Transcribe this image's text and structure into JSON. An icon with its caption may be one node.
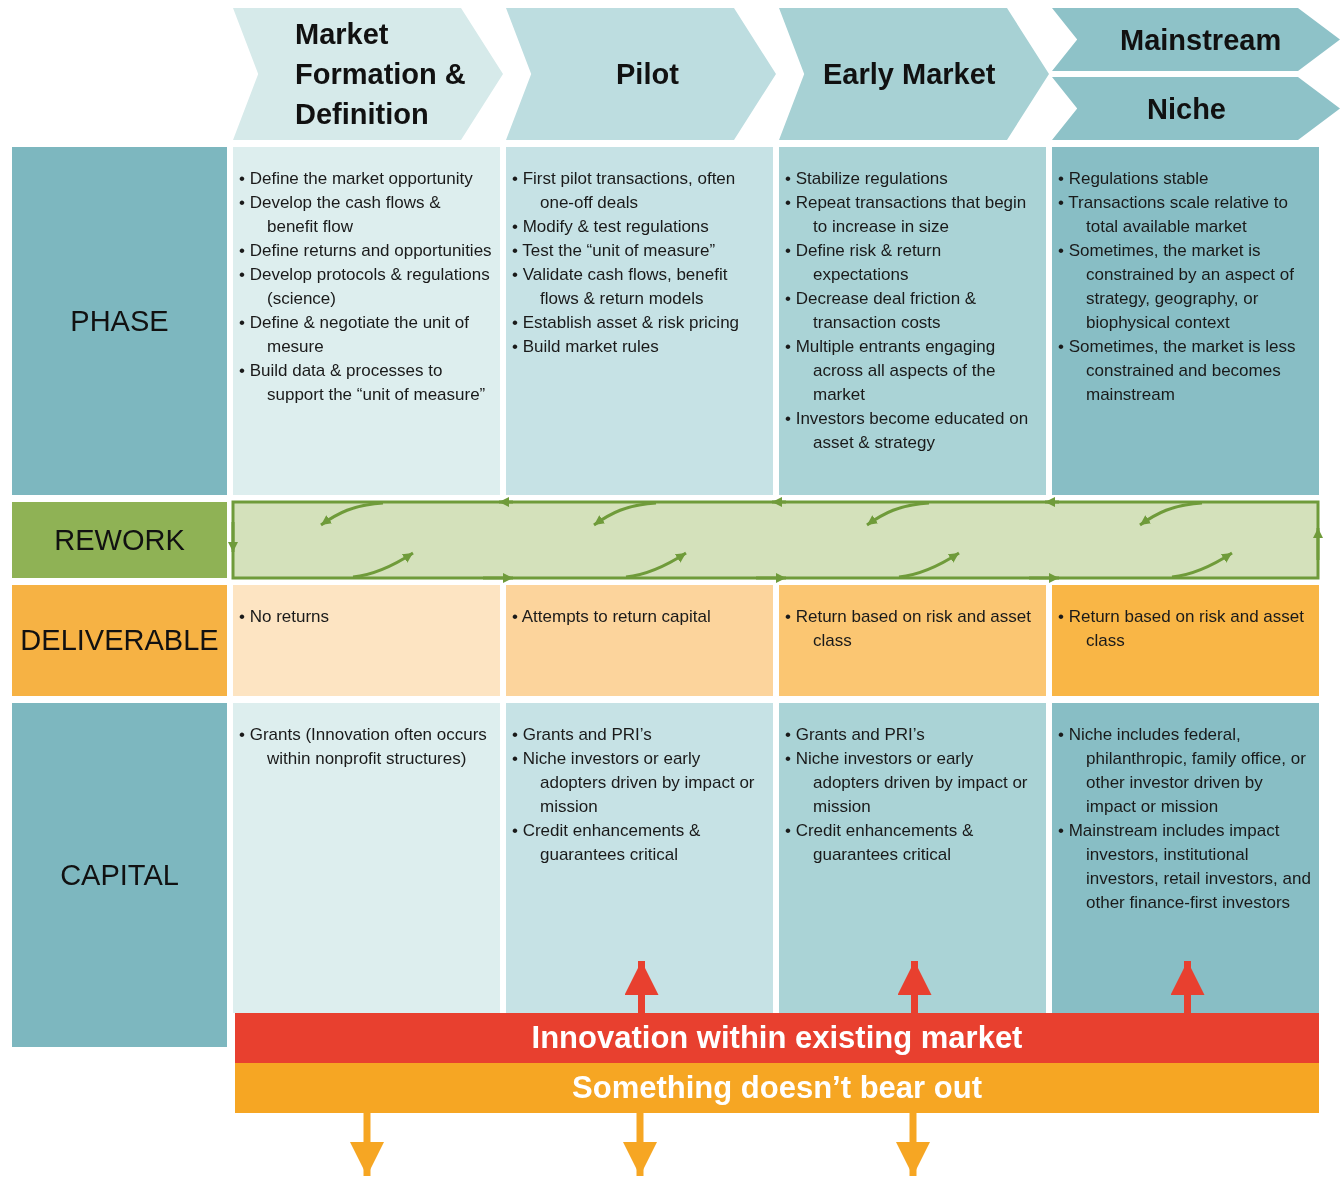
{
  "diagram": {
    "nodes": [
      {
        "text": [
          "Market Formation & Definition"
        ]
      },
      {
        "text": [
          "Pilot"
        ]
      },
      {
        "text": [
          "Early Market"
        ]
      },
      {
        "text": [
          "Mainstream"
        ]
      },
      {
        "text": [
          "Niche"
        ]
      },
      {
        "text": [
          "PHASE"
        ]
      },
      {
        "text": [
          "REWORK"
        ]
      },
      {
        "text": [
          "DELIVERABLE"
        ]
      },
      {
        "text": [
          "CAPITAL"
        ]
      },
      {
        "text": [
          "• Define the market opportunity",
          "• Develop the cash flows & benefit flow",
          "• Define returns and opportunities",
          "• Develop protocols & regulations (science)",
          "• Define & negotiate the unit of mesure",
          "• Build data & processes to support the “unit of measure”"
        ]
      },
      {
        "text": [
          "• First pilot transactions, often one-off deals",
          "• Modify & test regulations",
          "• Test the “unit of measure”",
          "• Validate cash flows, benefit flows & return models",
          "• Establish asset & risk pricing",
          "• Build market rules"
        ]
      },
      {
        "text": [
          "• Stabilize regulations",
          "• Repeat transactions that begin to increase in size",
          "• Define risk & return expectations",
          "• Decrease deal friction & transaction costs",
          "• Multiple entrants engaging across all aspects of the market",
          "• Investors become educated on asset & strategy"
        ]
      },
      {
        "text": [
          "• Regulations stable",
          "• Transactions scale relative to total available market",
          "• Sometimes, the market is constrained by an aspect of strategy, geography, or biophysical context",
          "• Sometimes, the market is less constrained and becomes mainstream"
        ]
      },
      {
        "text": [
          "• No returns"
        ]
      },
      {
        "text": [
          "• Attempts to return capital"
        ]
      },
      {
        "text": [
          "• Return based on risk and asset class"
        ]
      },
      {
        "text": [
          "• Return based on risk and asset class"
        ]
      },
      {
        "text": [
          "• Grants (Innovation often occurs within nonprofit structures)"
        ]
      },
      {
        "text": [
          "• Grants and PRI’s",
          "• Niche investors or early adopters driven by impact or mission",
          "• Credit enhancements & guarantees critical"
        ]
      },
      {
        "text": [
          "• Grants and PRI’s",
          "• Niche investors or early adopters driven by impact or mission",
          "• Credit enhancements & guarantees critical"
        ]
      },
      {
        "text": [
          "• Niche includes federal, philanthropic, family office, or other investor driven by impact or mission",
          "• Mainstream includes impact investors, institutional investors, retail investors, and other finance-first investors"
        ]
      },
      {
        "text": [
          "Innovation within existing market"
        ]
      },
      {
        "text": [
          "Something doesn’t bear out"
        ]
      },
      {
        "text": [],
        "shape": "box"
      }
    ],
    "edges": [
      {
        "from": 21,
        "to": 18,
        "arrow": "to",
        "color": "#e8402f"
      },
      {
        "from": 21,
        "to": 19,
        "arrow": "to",
        "color": "#e8402f"
      },
      {
        "from": 21,
        "to": 20,
        "arrow": "to",
        "color": "#e8402f"
      },
      {
        "from": 22,
        "to": null,
        "arrow": "to",
        "color": "#f6a623"
      },
      {
        "from": 22,
        "to": null,
        "arrow": "to",
        "color": "#f6a623"
      },
      {
        "from": 22,
        "to": null,
        "arrow": "to",
        "color": "#f6a623"
      }
    ]
  }
}
